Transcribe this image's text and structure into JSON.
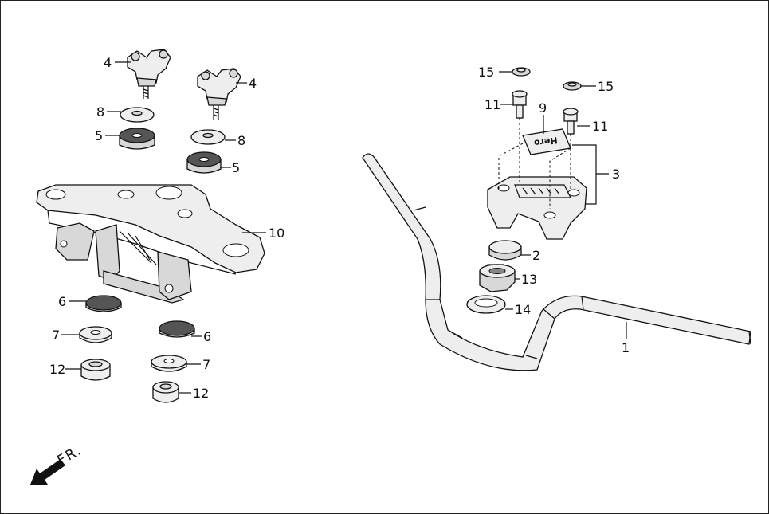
{
  "callouts": {
    "c1": "1",
    "c2": "2",
    "c3": "3",
    "c4a": "4",
    "c4b": "4",
    "c5a": "5",
    "c5b": "5",
    "c6a": "6",
    "c6b": "6",
    "c7a": "7",
    "c7b": "7",
    "c8a": "8",
    "c8b": "8",
    "c9": "9",
    "c10": "10",
    "c11a": "11",
    "c11b": "11",
    "c12a": "12",
    "c12b": "12",
    "c13": "13",
    "c14": "14",
    "c15a": "15",
    "c15b": "15"
  },
  "direction_label": "FR.",
  "logo_text": "Hero"
}
